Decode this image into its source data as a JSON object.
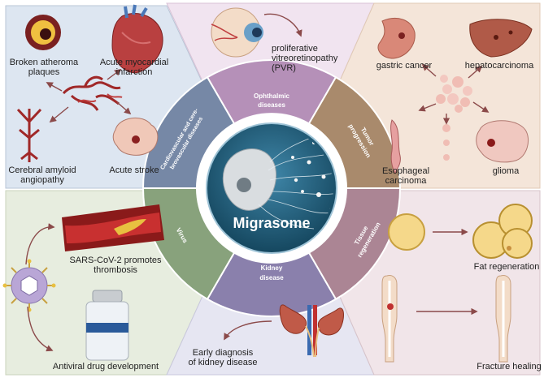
{
  "center": "Migrasome",
  "sectors": {
    "ophthalmic": [
      "Ophthalmic",
      "diseases"
    ],
    "tumor": [
      "Tumor",
      "progression"
    ],
    "tissue": [
      "Tissue",
      "regeneration"
    ],
    "kidney": [
      "Kidney",
      "disease"
    ],
    "virus": "Virus",
    "cardio": [
      "Cardiovascular and cere-",
      "brovascular diseases"
    ]
  },
  "labels": {
    "broken_atheroma": [
      "Broken atheroma",
      "plaques"
    ],
    "acute_mi": [
      "Acute myocardial",
      "infarction"
    ],
    "cerebral_amyloid": [
      "Cerebral amyloid",
      "angiopathy"
    ],
    "acute_stroke": "Acute stroke",
    "pvr": [
      "proliferative",
      "vitreoretinopathy",
      "(PVR)"
    ],
    "gastric_cancer": "gastric cancer",
    "hepatocarcinoma": "hepatocarcinoma",
    "esophageal": [
      "Esophageal",
      "carcinoma"
    ],
    "glioma": "glioma",
    "sars": [
      "SARS-CoV-2 promotes",
      "thrombosis"
    ],
    "antiviral": "Antiviral drug development",
    "kidney_dx": [
      "Early diagnosis",
      "of kidney disease"
    ],
    "fat_regen": "Fat regeneration",
    "fracture": "Fracture healing"
  },
  "colors": {
    "cardio_bg": "#dde6f1",
    "ophthalmic_bg": "#f1e4f0",
    "tumor_bg": "#f4e5d9",
    "virus_bg": "#e7eddf",
    "kidney_bg": "#e6e6f2",
    "tissue_bg": "#f1e5e9",
    "ring_cardio": "#7688a6",
    "ring_ophthalmic": "#b590b8",
    "ring_tumor": "#a98a6c",
    "ring_virus": "#88a27c",
    "ring_kidney": "#8a80ac",
    "ring_tissue": "#ab8594",
    "center_fill": "#1e5a78"
  }
}
